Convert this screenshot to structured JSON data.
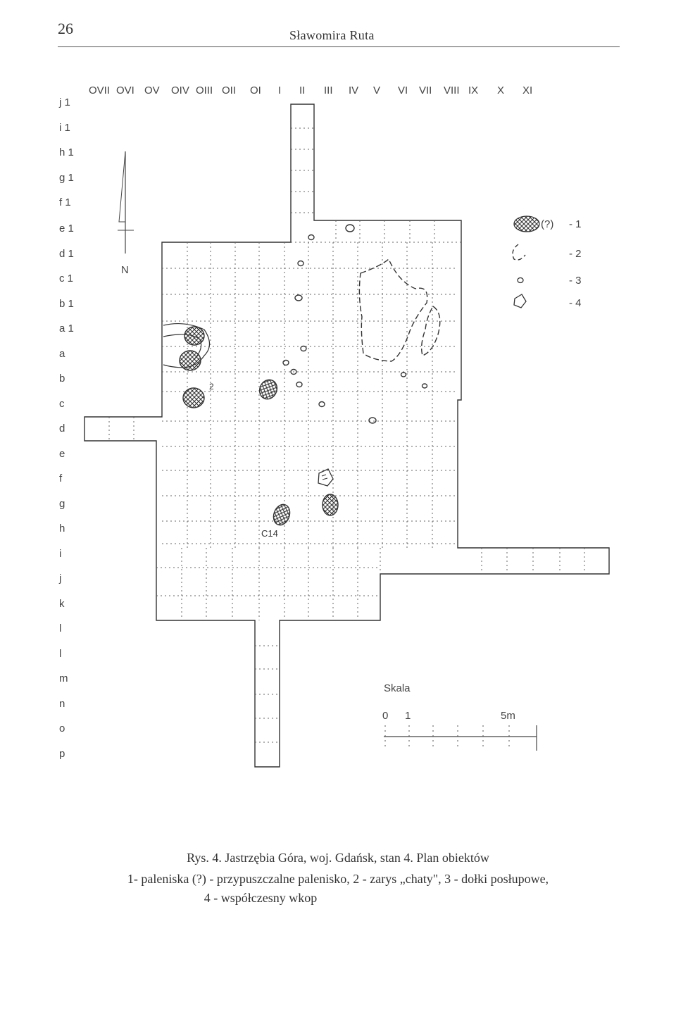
{
  "header": {
    "page_number": "26",
    "author": "Sławomira Ruta"
  },
  "figure": {
    "column_labels": [
      "OVII",
      "OVI",
      "OV",
      "OIV",
      "OIII",
      "OII",
      "OI",
      "I",
      "II",
      "III",
      "IV",
      "V",
      "VI",
      "VII",
      "VIII",
      "IX",
      "X",
      "XI"
    ],
    "row_labels": [
      "j 1",
      "i 1",
      "h 1",
      "g 1",
      "f 1",
      "e 1",
      "d 1",
      "c 1",
      "b 1",
      "a 1",
      "a",
      "b",
      "c",
      "d",
      "e",
      "f",
      "g",
      "h",
      "i",
      "j",
      "k",
      "l",
      "l",
      "m",
      "n",
      "o",
      "p"
    ],
    "north_label": "N",
    "sample_label": "C14",
    "outline_label": "2",
    "legend": [
      {
        "symbol": "hearth",
        "qualifier": "(?)",
        "number": "- 1"
      },
      {
        "symbol": "dashed-outline",
        "number": "- 2"
      },
      {
        "symbol": "posthole",
        "number": "- 3"
      },
      {
        "symbol": "modern-pit",
        "number": "- 4"
      }
    ],
    "scale": {
      "title": "Skala",
      "tick_labels": [
        "0",
        "1",
        "5m"
      ]
    }
  },
  "caption": {
    "title": "Rys. 4. Jastrzębia Góra, woj. Gdańsk, stan 4. Plan obiektów",
    "line1": "1- paleniska (?) - przypuszczalne palenisko, 2 - zarys „chaty\", 3 - dołki posłupowe,",
    "line2": "4 - współczesny wkop"
  },
  "colors": {
    "ink": "#333333",
    "paper": "#ffffff"
  }
}
